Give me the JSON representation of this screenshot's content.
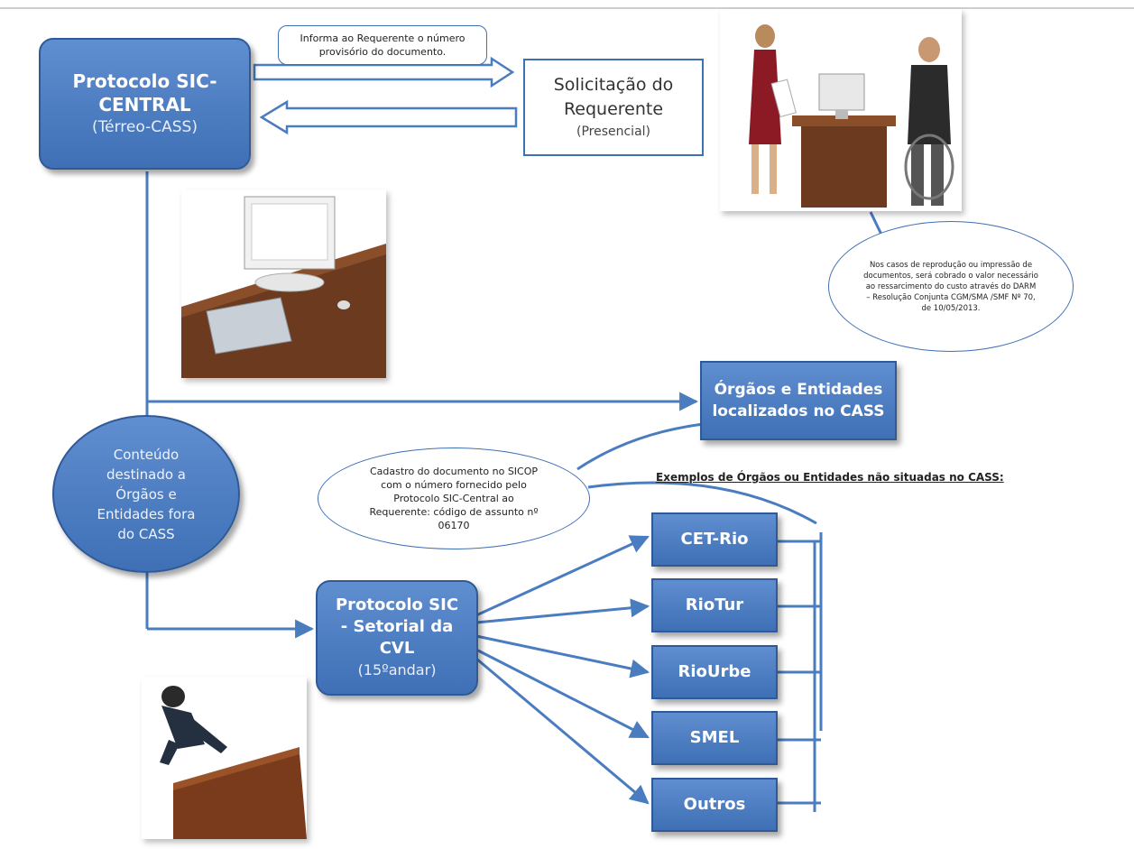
{
  "central": {
    "line1": "Protocolo SIC-",
    "line2": "CENTRAL",
    "sub": "(Térreo-CASS)"
  },
  "request": {
    "line1": "Solicitação do",
    "line2": "Requerente",
    "sub": "(Presencial)"
  },
  "info_arrow": {
    "text": "Informa ao Requerente o número provisório do documento."
  },
  "cost_note": {
    "text": "Nos casos de reprodução ou impressão de documentos, será cobrado o valor necessário ao ressarcimento do custo através do DARM – Resolução Conjunta CGM/SMA /SMF Nº 70, de 10/05/2013."
  },
  "orgaos_cass": {
    "line1": "Órgãos e Entidades",
    "line2": "localizados no CASS"
  },
  "conteudo": {
    "text": "Conteúdo destinado a Órgãos e Entidades fora do CASS"
  },
  "cadastro_note": {
    "text": "Cadastro do documento no SICOP com o número fornecido pelo Protocolo SIC-Central ao Requerente: código de assunto nº 06170"
  },
  "examples_caption": "Exemplos de Órgãos ou Entidades não situadas no CASS:",
  "setorial": {
    "line1": "Protocolo SIC",
    "line2": "- Setorial da",
    "line3": "CVL",
    "sub": "(15ºandar)"
  },
  "targets": [
    "CET-Rio",
    "RioTur",
    "RioUrbe",
    "SMEL",
    "Outros"
  ],
  "colors": {
    "box": "#4a7cc0",
    "line": "#4a7cc0",
    "border": "#2f5a97"
  }
}
